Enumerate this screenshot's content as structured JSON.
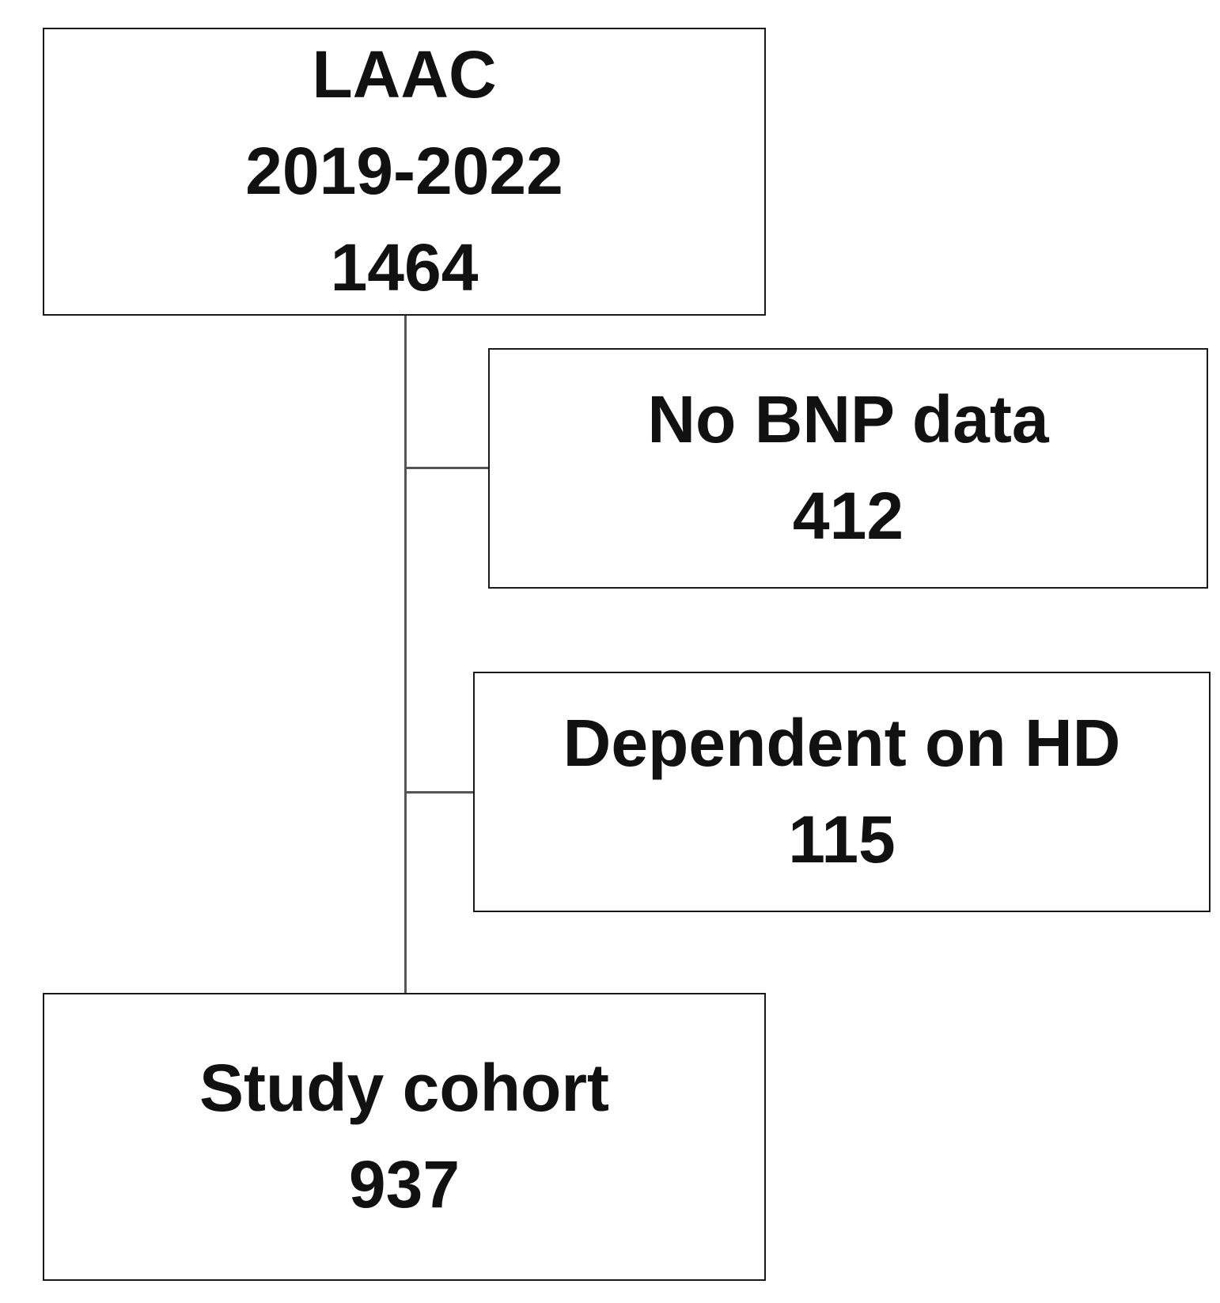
{
  "flowchart": {
    "source": {
      "title": "LAAC",
      "period": "2019-2022",
      "count": "1464"
    },
    "exclusions": [
      {
        "label": "No BNP data",
        "count": "412"
      },
      {
        "label": "Dependent on HD",
        "count": "115"
      }
    ],
    "result": {
      "label": "Study cohort",
      "count": "937"
    }
  }
}
